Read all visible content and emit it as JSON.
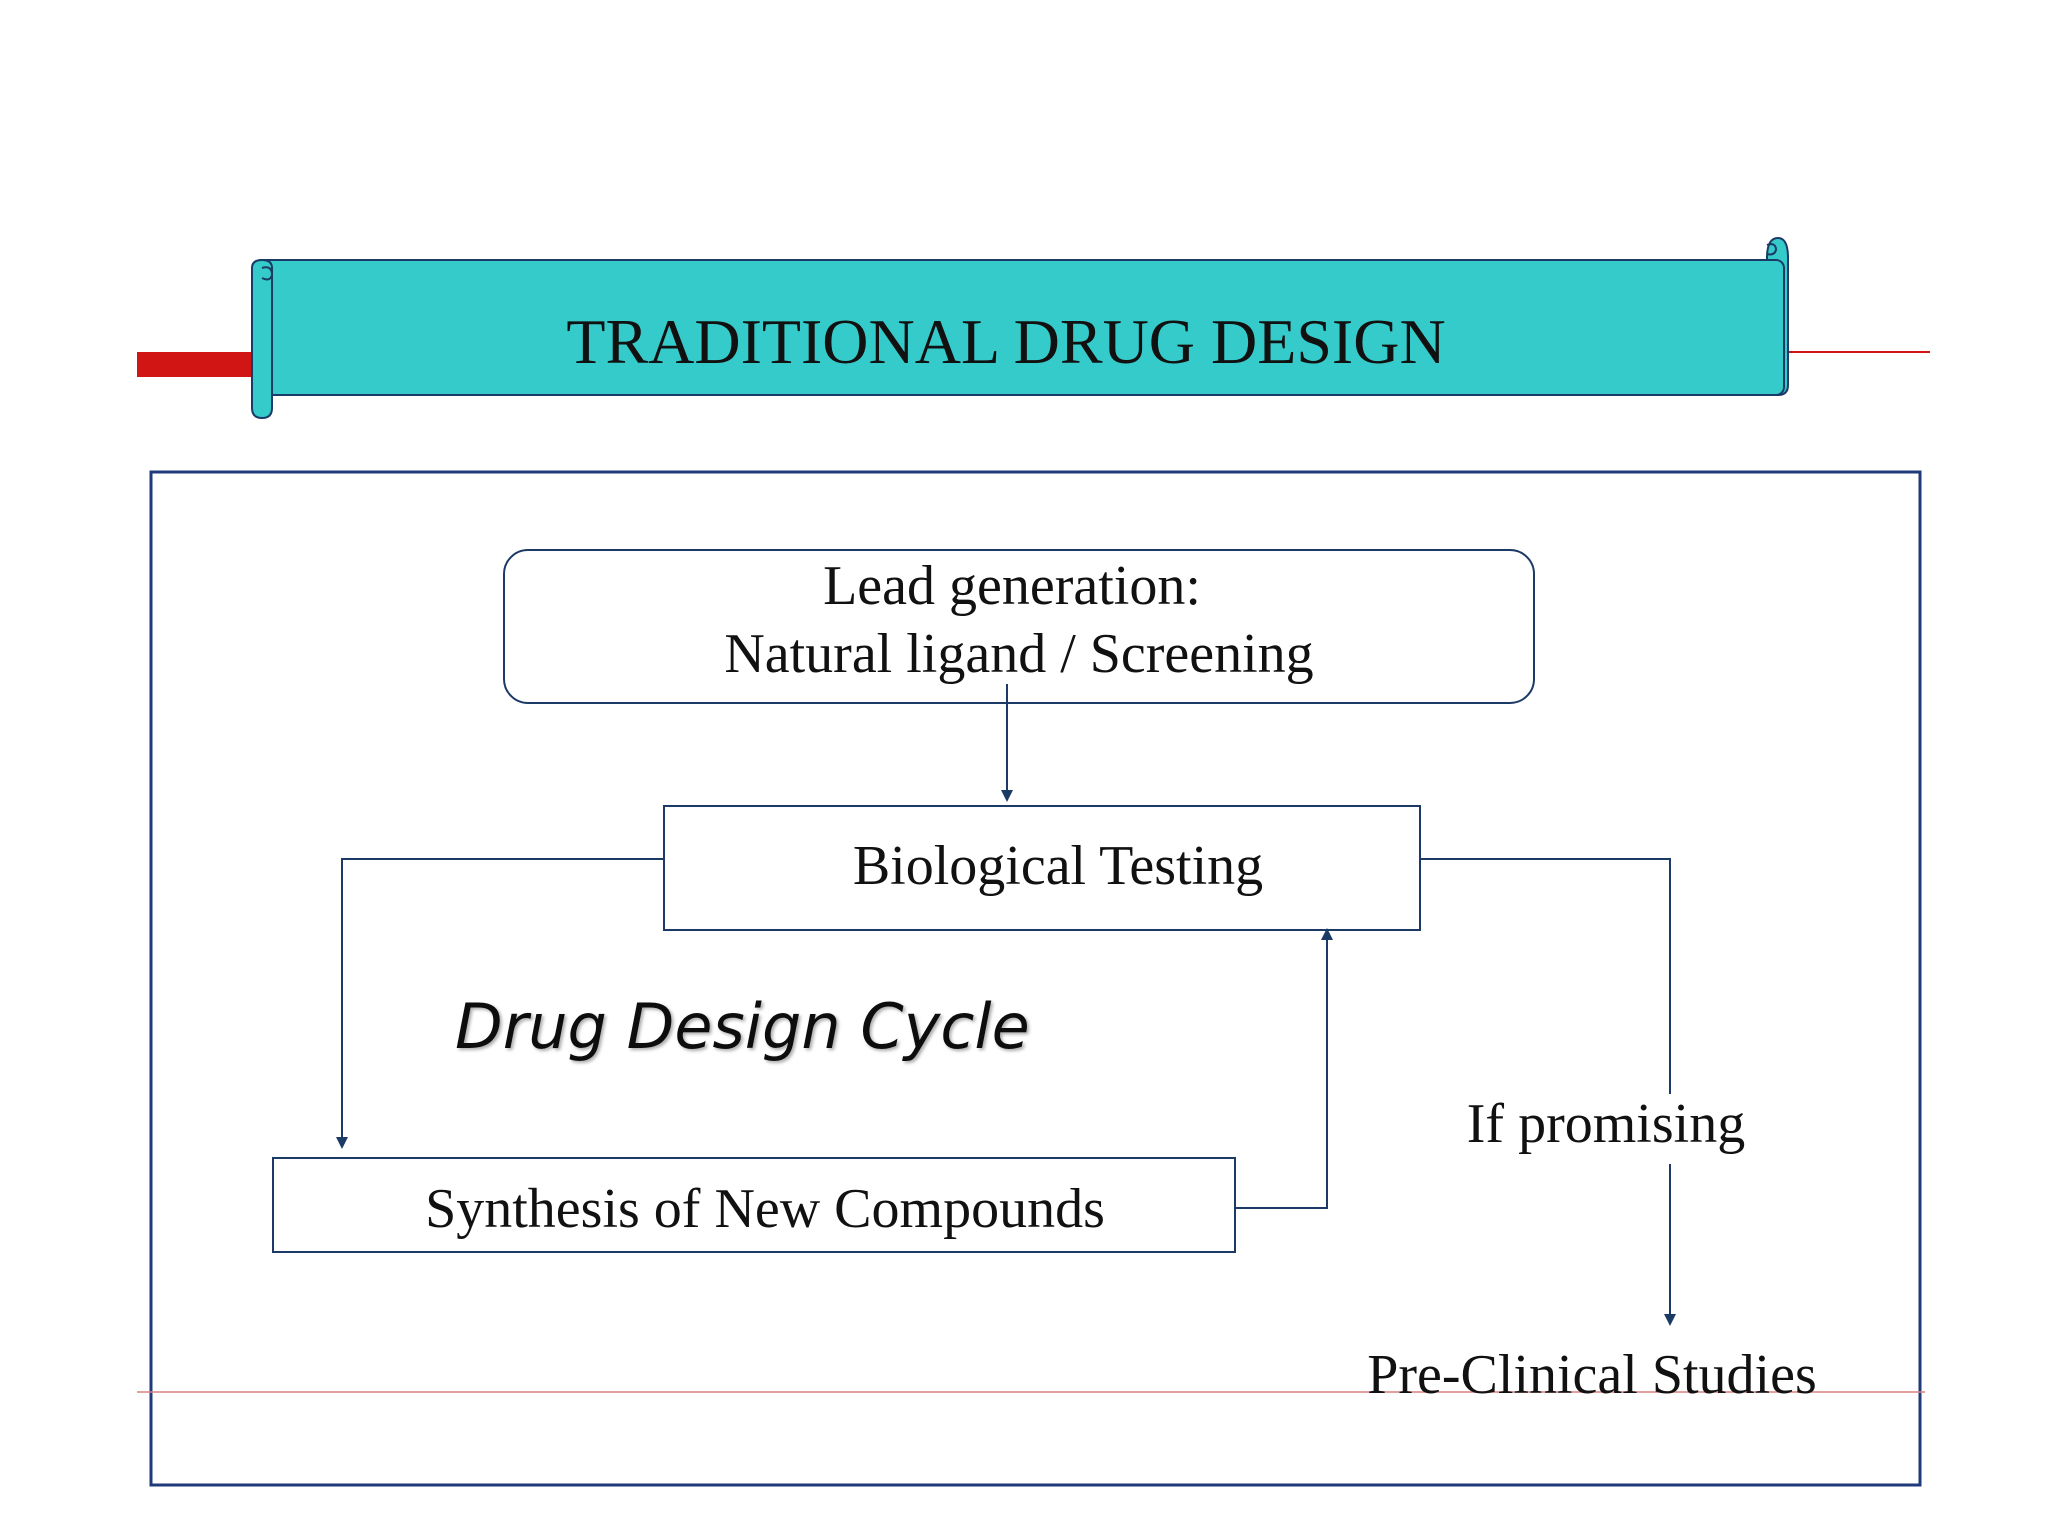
{
  "slide": {
    "title": "TRADITIONAL DRUG DESIGN",
    "colors": {
      "banner": "#36CBCB",
      "accent_red": "#D11414",
      "frame": "#1F3A7A",
      "line": "#1B3A66"
    }
  },
  "diagram": {
    "lead": {
      "line1": "Lead generation:",
      "line2": "Natural ligand / Screening"
    },
    "testing": "Biological Testing",
    "synthesis": "Synthesis of New Compounds",
    "cycle_caption": "Drug Design Cycle",
    "condition": "If promising",
    "outcome": "Pre-Clinical Studies"
  }
}
